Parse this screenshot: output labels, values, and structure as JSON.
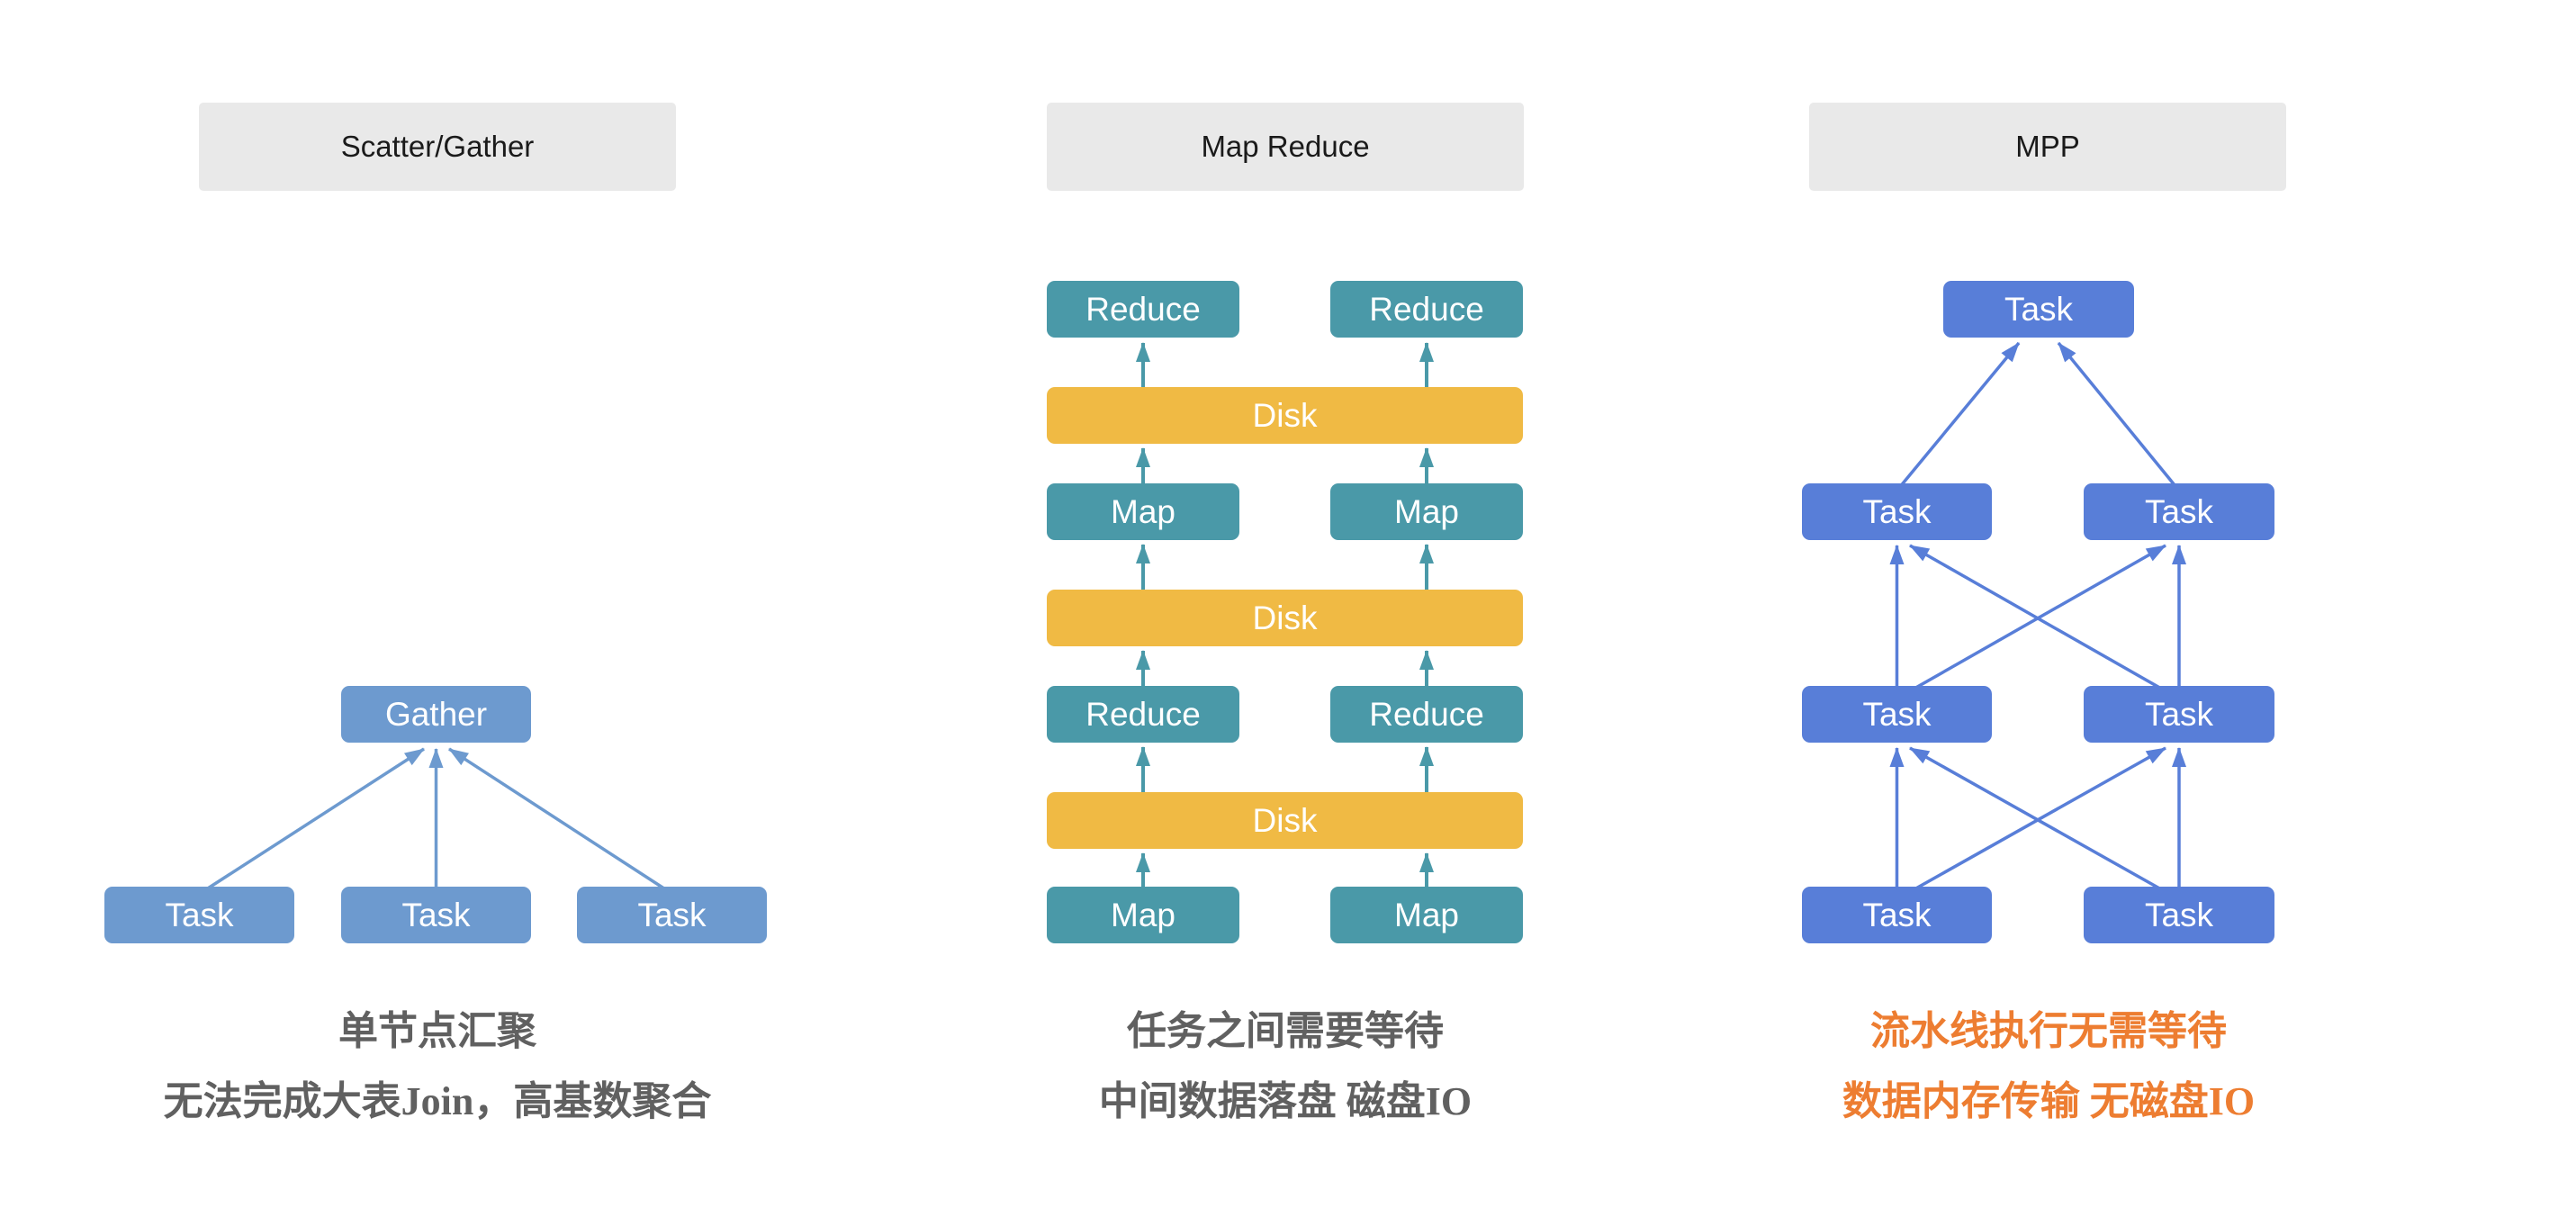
{
  "columns": [
    {
      "header": "Scatter/Gather",
      "nodes": {
        "gather": "Gather",
        "tasks": [
          "Task",
          "Task",
          "Task"
        ]
      },
      "caption": {
        "line1": "单节点汇聚",
        "line2": "无法完成大表Join，高基数聚合"
      }
    },
    {
      "header": "Map Reduce",
      "nodes": {
        "reduce_row1": [
          "Reduce",
          "Reduce"
        ],
        "disk1": "Disk",
        "map_row1": [
          "Map",
          "Map"
        ],
        "disk2": "Disk",
        "reduce_row2": [
          "Reduce",
          "Reduce"
        ],
        "disk3": "Disk",
        "map_row2": [
          "Map",
          "Map"
        ]
      },
      "caption": {
        "line1": "任务之间需要等待",
        "line2": "中间数据落盘 磁盘IO"
      }
    },
    {
      "header": "MPP",
      "nodes": {
        "top": "Task",
        "row1": [
          "Task",
          "Task"
        ],
        "row2": [
          "Task",
          "Task"
        ],
        "row3": [
          "Task",
          "Task"
        ]
      },
      "caption": {
        "line1": "流水线执行无需等待",
        "line2": "数据内存传输 无磁盘IO"
      }
    }
  ],
  "colors": {
    "scatter-blue": "#6D9ACF",
    "mapreduce-teal": "#4A99A8",
    "disk-yellow": "#F0BA44",
    "mpp-blue": "#587ED8",
    "header-bg": "#E9E9E9",
    "header-text": "#1A1A1A",
    "caption-gray": "#606060",
    "caption-orange": "#ED7D31",
    "page-bg": "#FFFFFF"
  }
}
